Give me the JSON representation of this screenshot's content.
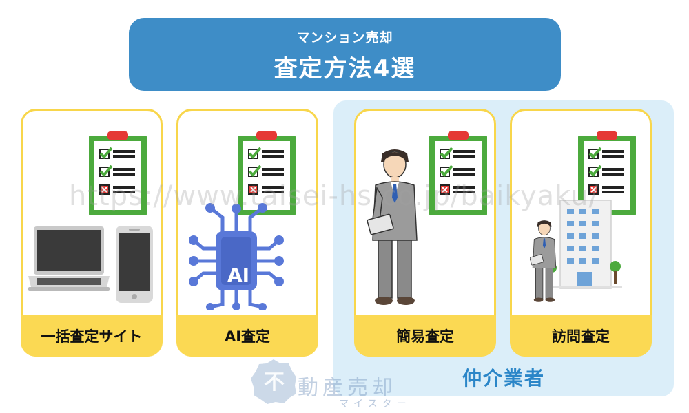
{
  "banner": {
    "subtitle": "マンション売却",
    "title": "査定方法4選"
  },
  "cards": [
    {
      "label": "一括査定サイト"
    },
    {
      "label": "AI査定"
    },
    {
      "label": "簡易査定"
    },
    {
      "label": "訪問査定"
    }
  ],
  "group": {
    "label": "仲介業者"
  },
  "ai_chip_text": "AI",
  "watermark": "https://www.taisei-hs.co.jp/baikyaku/",
  "logo": {
    "badge": "不",
    "text": "動産売却",
    "subtext": "マイスター"
  },
  "colors": {
    "banner": "#3e8dc7",
    "card_border": "#f8d64b",
    "card_label_bg": "#fbd953",
    "group_bg": "#dbeef9",
    "group_label": "#2b86c8",
    "clipboard_frame": "#4caa3d",
    "clip": "#e53935",
    "check": "#4caa3d",
    "cross": "#e53935",
    "ai": "#5978d8"
  }
}
